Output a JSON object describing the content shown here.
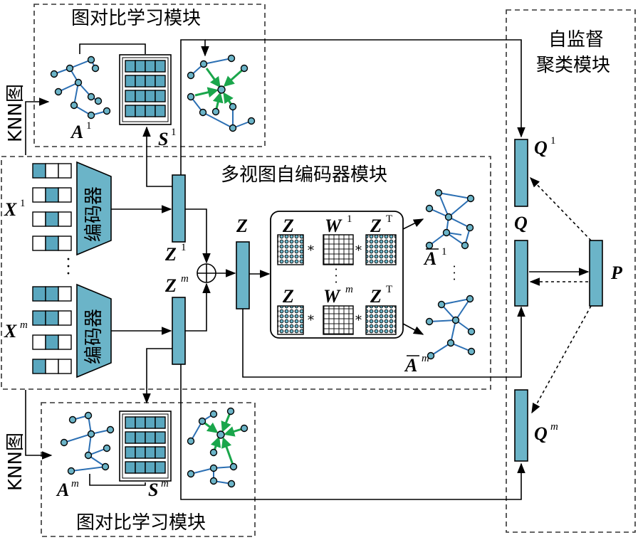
{
  "modules": {
    "gcl_top": "图对比学习模块",
    "gcl_bottom": "图对比学习模块",
    "multi_view_ae": "多视图自编码器模块",
    "self_supervised_line1": "自监督",
    "self_supervised_line2": "聚类模块",
    "encoder_top": "编码器",
    "encoder_bottom": "编码器"
  },
  "side_labels": {
    "knn_top": "KNN图",
    "knn_bottom": "KNN图"
  },
  "symbols": {
    "A": "A",
    "S": "S",
    "X": "X",
    "Z": "Z",
    "W": "W",
    "Q": "Q",
    "P": "P",
    "sup_1": "1",
    "sup_m": "m",
    "sup_T": "T",
    "times": "*",
    "dots_v": "⋮",
    "dots_v3": "·\n·\n·"
  },
  "colors": {
    "block_fill": "#6bb4c8",
    "graph_edge": "#2b6fb3",
    "contrast_arrow": "#1aa64b"
  }
}
